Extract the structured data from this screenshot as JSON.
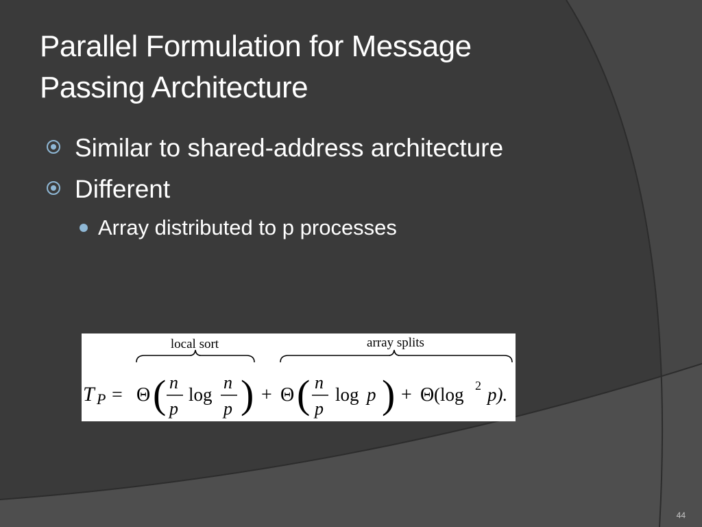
{
  "slide": {
    "title_line1": "Parallel Formulation for Message",
    "title_line2": "Passing Architecture",
    "bullets": [
      {
        "text": "Similar to shared-address architecture",
        "level": 1
      },
      {
        "text": "Different",
        "level": 1
      },
      {
        "text": "Array distributed to p processes",
        "level": 2
      }
    ],
    "page_number": "44"
  },
  "formula": {
    "brace_left_label": "local sort",
    "brace_right_label": "array splits",
    "lhs_T": "T",
    "lhs_sub": "P",
    "eq": "=",
    "theta": "Θ",
    "lparen": "(",
    "rparen": ")",
    "n": "n",
    "p": "p",
    "log": "log",
    "plus": "+",
    "log2_open": "(log",
    "sup2": "2",
    "p_close": "p).",
    "space_p": "p"
  },
  "colors": {
    "background": "#3a3a3a",
    "arc_light": "#4a4a4a",
    "arc_lighter": "#505050",
    "accent": "#8fb8d6",
    "text": "#ffffff"
  }
}
